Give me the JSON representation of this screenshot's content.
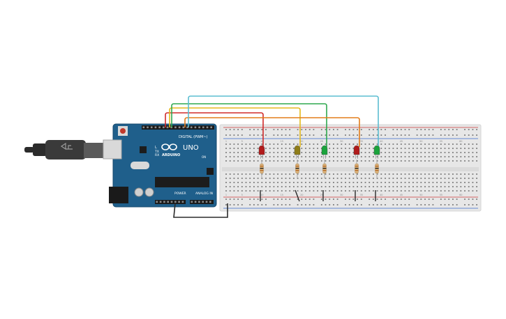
{
  "board": {
    "brand": "ARDUINO",
    "model": "UNO",
    "digital_label": "DIGITAL (PWM~)",
    "power_label": "POWER",
    "analog_label": "ANALOG IN",
    "tx_label": "TX",
    "rx_label": "RX",
    "l_label": "L",
    "on_label": "ON"
  },
  "breadboard": {
    "column_numbers": [
      "1",
      "5",
      "10",
      "15",
      "20",
      "25",
      "30",
      "35",
      "40",
      "45",
      "50",
      "55",
      "60"
    ]
  },
  "leds": [
    {
      "color_name": "red",
      "color": "#b11a1a"
    },
    {
      "color_name": "yellow",
      "color": "#8f7d17"
    },
    {
      "color_name": "green",
      "color": "#19a33b"
    },
    {
      "color_name": "red",
      "color": "#b11a1a"
    },
    {
      "color_name": "green",
      "color": "#19a33b"
    }
  ],
  "wires": [
    {
      "color": "#d02a2a"
    },
    {
      "color": "#e5b91c"
    },
    {
      "color": "#2fa84f"
    },
    {
      "color": "#e37d1a"
    },
    {
      "color": "#5bbdd1"
    }
  ],
  "colors": {
    "board": "#1f5f8b",
    "breadboard": "#e7e7e7",
    "rail_red": "#cc3a3a",
    "rail_blue": "#3a6acc",
    "cable": "#2b2b2b"
  }
}
